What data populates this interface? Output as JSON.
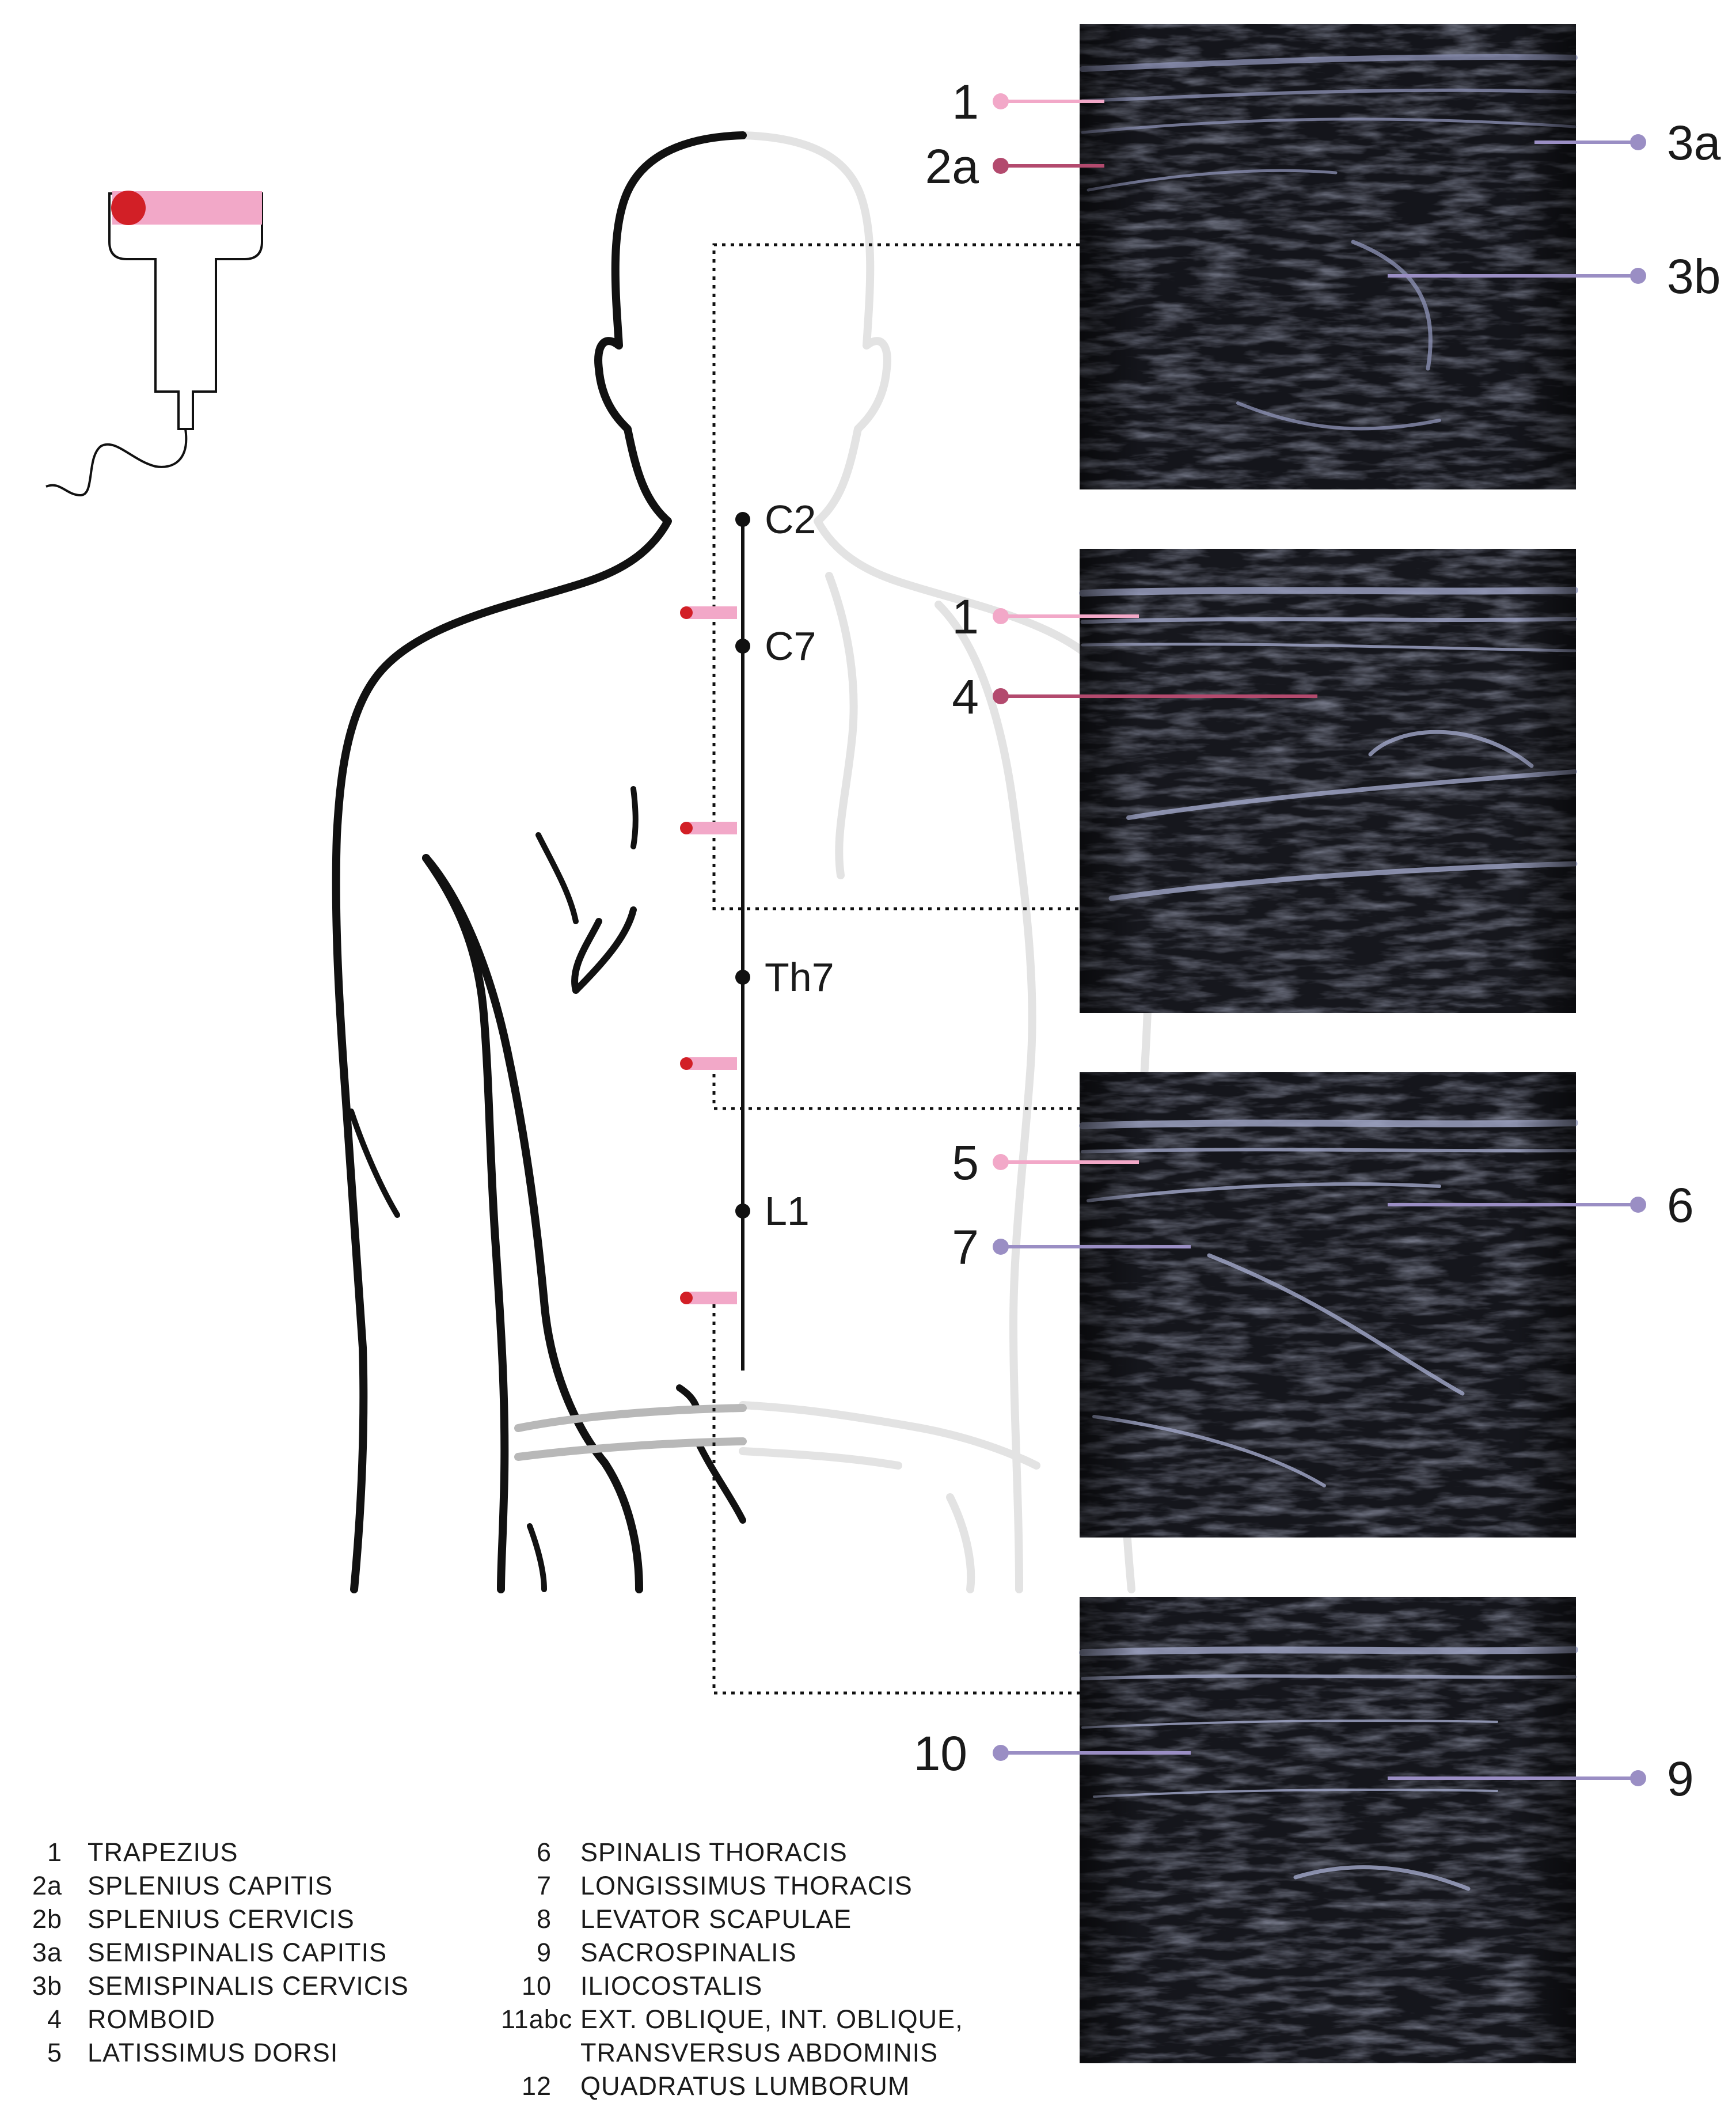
{
  "colors": {
    "pink_light": "#f2a8c8",
    "pink_dark": "#b34a6e",
    "purple": "#9a8ec4",
    "probe_red": "#d21f26",
    "outline": "#111111",
    "outline_faded": "#e3e3e3"
  },
  "vertebrae": [
    {
      "id": "c2",
      "label": "C2"
    },
    {
      "id": "c7",
      "label": "C7"
    },
    {
      "id": "th7",
      "label": "Th7"
    },
    {
      "id": "l1",
      "label": "L1"
    }
  ],
  "ultrasound_panels": [
    {
      "id": "panel-1",
      "labels": [
        {
          "text": "1",
          "color": "pink_light"
        },
        {
          "text": "2a",
          "color": "pink_dark"
        },
        {
          "text": "3a",
          "color": "purple"
        },
        {
          "text": "3b",
          "color": "purple"
        }
      ]
    },
    {
      "id": "panel-2",
      "labels": [
        {
          "text": "1",
          "color": "pink_light"
        },
        {
          "text": "4",
          "color": "pink_dark"
        }
      ]
    },
    {
      "id": "panel-3",
      "labels": [
        {
          "text": "5",
          "color": "pink_light"
        },
        {
          "text": "6",
          "color": "purple"
        },
        {
          "text": "7",
          "color": "purple"
        }
      ]
    },
    {
      "id": "panel-4",
      "labels": [
        {
          "text": "10",
          "color": "purple"
        },
        {
          "text": "9",
          "color": "purple"
        }
      ]
    }
  ],
  "legend": {
    "left": [
      {
        "num": "1",
        "name": "TRAPEZIUS"
      },
      {
        "num": "2a",
        "name": "SPLENIUS CAPITIS"
      },
      {
        "num": "2b",
        "name": "SPLENIUS CERVICIS"
      },
      {
        "num": "3a",
        "name": "SEMISPINALIS CAPITIS"
      },
      {
        "num": "3b",
        "name": "SEMISPINALIS CERVICIS"
      },
      {
        "num": "4",
        "name": "ROMBOID"
      },
      {
        "num": "5",
        "name": "LATISSIMUS DORSI"
      }
    ],
    "right": [
      {
        "num": "6",
        "name": "SPINALIS THORACIS"
      },
      {
        "num": "7",
        "name": "LONGISSIMUS THORACIS"
      },
      {
        "num": "8",
        "name": "LEVATOR SCAPULAE"
      },
      {
        "num": "9",
        "name": "SACROSPINALIS"
      },
      {
        "num": "10",
        "name": "ILIOCOSTALIS"
      },
      {
        "num": "11abc",
        "name": "EXT. OBLIQUE, INT. OBLIQUE,"
      },
      {
        "num": "",
        "name": "TRANSVERSUS ABDOMINIS"
      },
      {
        "num": "12",
        "name": "QUADRATUS LUMBORUM"
      }
    ]
  }
}
